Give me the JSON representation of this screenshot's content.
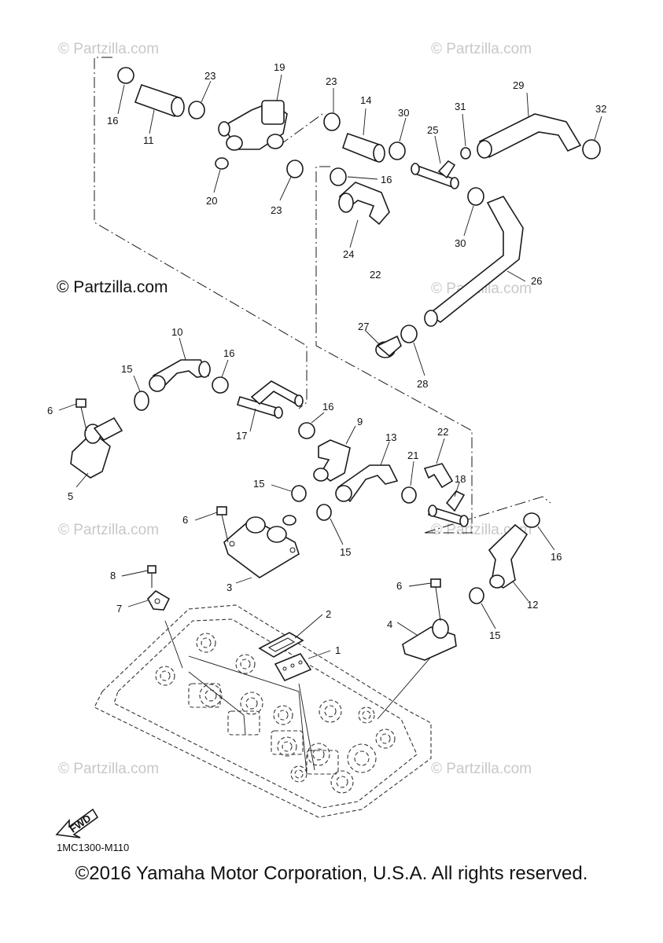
{
  "watermark": {
    "small": "© Partzilla.com",
    "main": "© Partzilla.com"
  },
  "diagram_code": "1MC1300-M110",
  "fwd_label": "FWD",
  "footer": "©2016 Yamaha Motor Corporation, U.S.A. All rights reserved.",
  "callouts": {
    "c1": "1",
    "c2": "2",
    "c3": "3",
    "c4": "4",
    "c5": "5",
    "c6a": "6",
    "c6b": "6",
    "c6c": "6",
    "c7": "7",
    "c8": "8",
    "c9": "9",
    "c10": "10",
    "c11": "11",
    "c12": "12",
    "c13": "13",
    "c14": "14",
    "c15a": "15",
    "c15b": "15",
    "c15c": "15",
    "c15d": "15",
    "c16a": "16",
    "c16b": "16",
    "c16c": "16",
    "c16d": "16",
    "c16e": "16",
    "c17": "17",
    "c18": "18",
    "c19": "19",
    "c20": "20",
    "c21": "21",
    "c22a": "22",
    "c22b": "22",
    "c23a": "23",
    "c23b": "23",
    "c23c": "23",
    "c24": "24",
    "c25": "25",
    "c26": "26",
    "c27": "27",
    "c28": "28",
    "c29": "29",
    "c30a": "30",
    "c30b": "30",
    "c31": "31",
    "c32": "32"
  }
}
